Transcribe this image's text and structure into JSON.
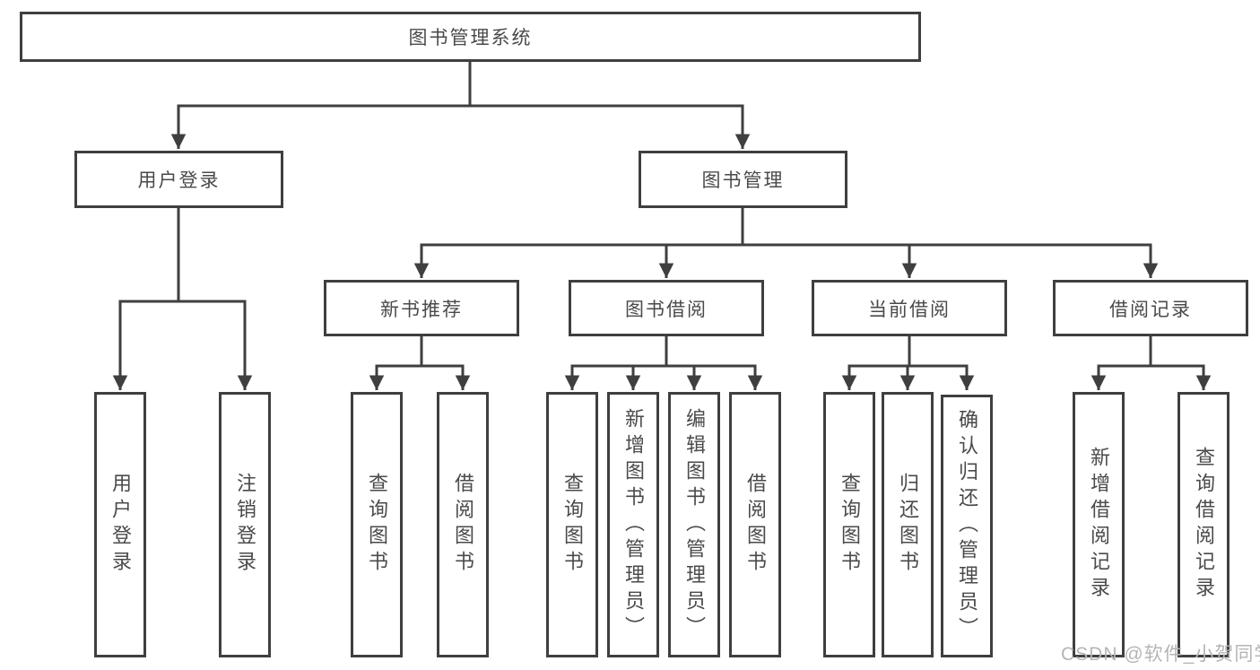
{
  "tree": {
    "root": {
      "label": "图书管理系统",
      "children": [
        {
          "label": "用户登录",
          "children": [
            {
              "label": "用户登录"
            },
            {
              "label": "注销登录"
            }
          ]
        },
        {
          "label": "图书管理",
          "children": [
            {
              "label": "新书推荐",
              "children": [
                {
                  "label": "查询图书"
                },
                {
                  "label": "借阅图书"
                }
              ]
            },
            {
              "label": "图书借阅",
              "children": [
                {
                  "label": "查询图书"
                },
                {
                  "label": "新增图书（管理员）"
                },
                {
                  "label": "编辑图书（管理员）"
                },
                {
                  "label": "借阅图书"
                }
              ]
            },
            {
              "label": "当前借阅",
              "children": [
                {
                  "label": "查询图书"
                },
                {
                  "label": "归还图书"
                },
                {
                  "label": "确认归还（管理员）"
                }
              ]
            },
            {
              "label": "借阅记录",
              "children": [
                {
                  "label": "新增借阅记录"
                },
                {
                  "label": "查询借阅记录"
                }
              ]
            }
          ]
        }
      ]
    }
  },
  "watermark": "CSDN @软件_小贺同学",
  "colors": {
    "line": "#3f3f3f",
    "box_border": "#3f3f3f",
    "text": "#4a4a4a",
    "watermark": "#b5b5b5",
    "background": "#ffffff"
  }
}
